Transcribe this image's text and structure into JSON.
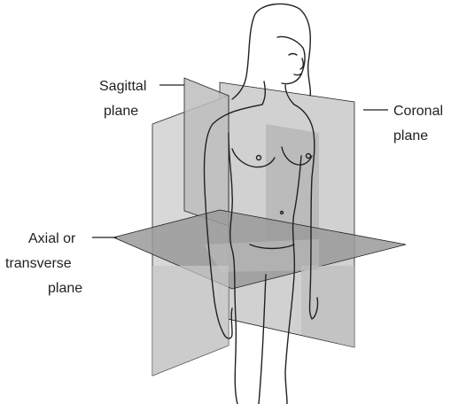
{
  "labels": {
    "sagittal": [
      "Sagittal",
      "plane"
    ],
    "coronal": [
      "Coronal",
      "plane"
    ],
    "axial": [
      "Axial or",
      "transverse",
      "plane"
    ]
  },
  "colors": {
    "plane_light": "#d2d2d2",
    "plane_mid": "#b4b4b4",
    "plane_dark": "#8c8c8c",
    "outline": "#231f20"
  }
}
